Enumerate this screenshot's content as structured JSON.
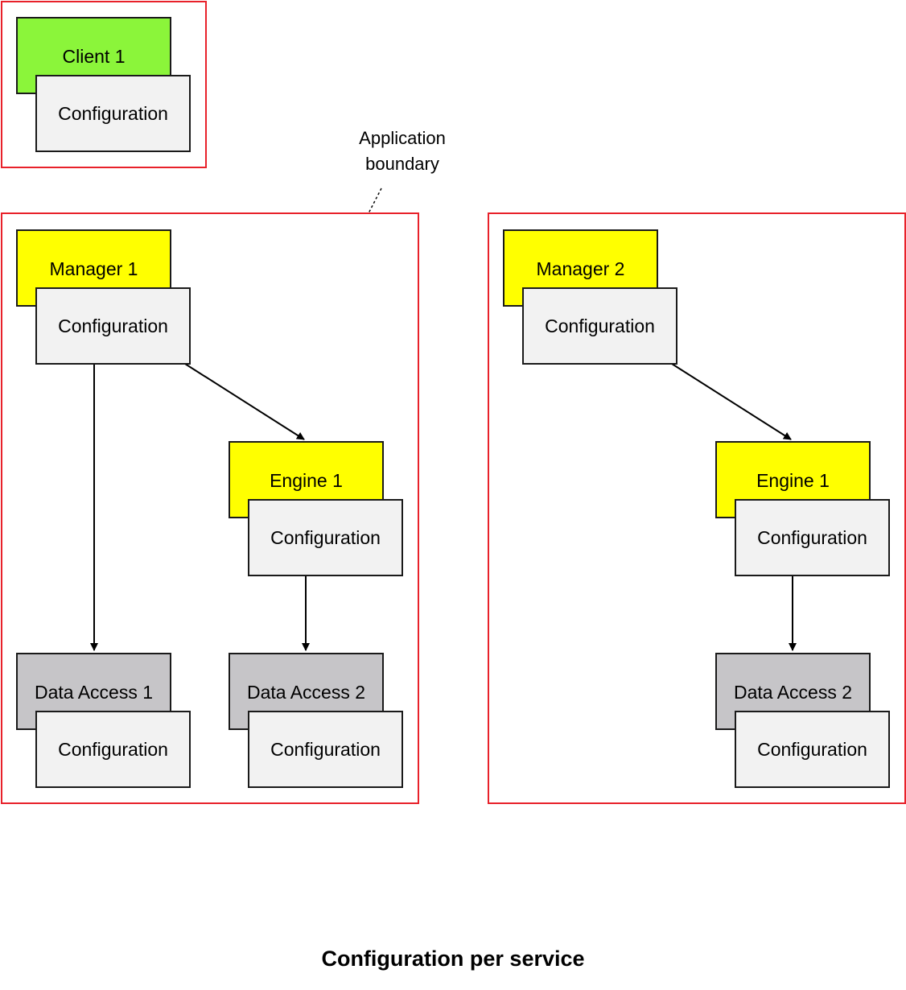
{
  "title": "Configuration per service",
  "boundary_label": [
    "Application",
    "boundary"
  ],
  "config_label": "Configuration",
  "client": {
    "name": "Client 1"
  },
  "app1": {
    "manager": "Manager 1",
    "engine": "Engine 1",
    "data_access_1": "Data Access 1",
    "data_access_2": "Data Access 2"
  },
  "app2": {
    "manager": "Manager 2",
    "engine": "Engine 1",
    "data_access": "Data Access 2"
  },
  "colors": {
    "boundary": "#e8212a",
    "client": "#8bf53a",
    "manager": "#ffff00",
    "engine": "#ffff00",
    "data_access": "#c6c5c8",
    "configuration": "#f2f2f2"
  }
}
